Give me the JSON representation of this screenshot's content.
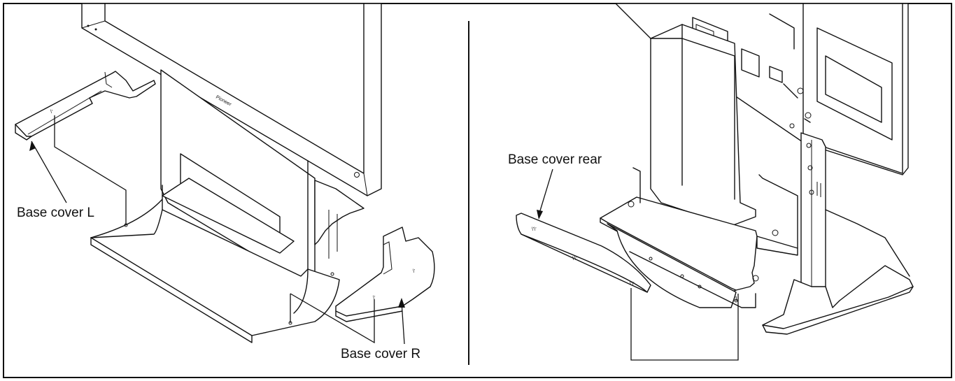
{
  "labels": {
    "base_cover_l": "Base cover L",
    "base_cover_r": "Base cover R",
    "base_cover_rear": "Base cover rear"
  },
  "icons": [
    "arrow-icon"
  ]
}
